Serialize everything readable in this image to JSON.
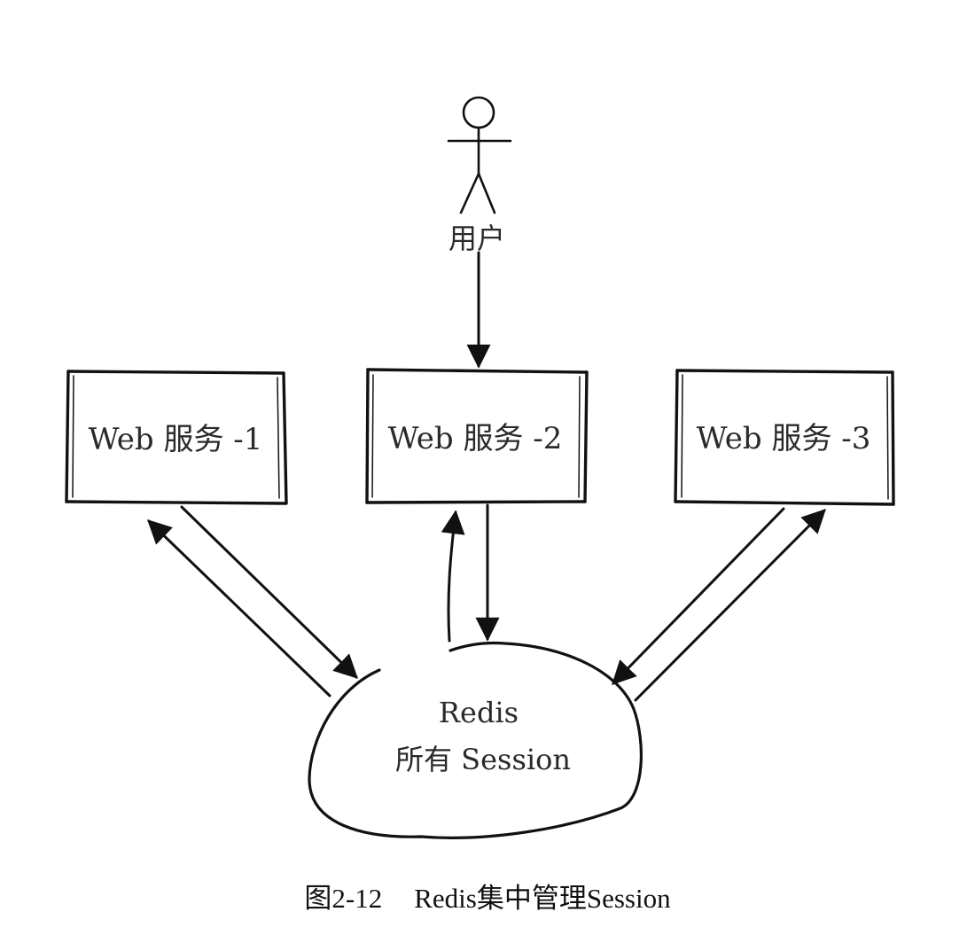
{
  "user": {
    "label": "用户"
  },
  "services": [
    {
      "label": "Web 服务 -1"
    },
    {
      "label": "Web 服务 -2"
    },
    {
      "label": "Web 服务 -3"
    }
  ],
  "redis": {
    "title": "Redis",
    "subtitle": "所有 Session"
  },
  "caption": {
    "number": "图2-12",
    "text": "Redis集中管理Session"
  }
}
